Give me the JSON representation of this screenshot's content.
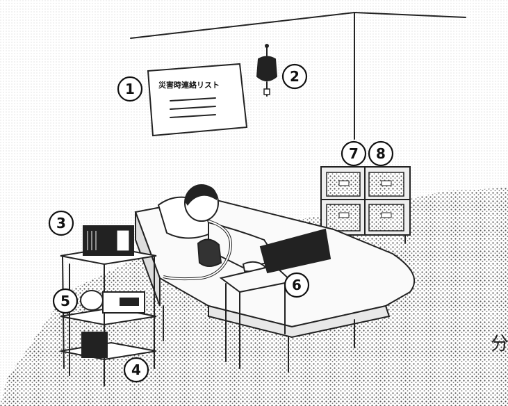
{
  "poster": {
    "title": "災害時連絡リスト"
  },
  "callouts": [
    {
      "id": "1",
      "label": "1"
    },
    {
      "id": "2",
      "label": "2"
    },
    {
      "id": "3",
      "label": "3"
    },
    {
      "id": "4",
      "label": "4"
    },
    {
      "id": "5",
      "label": "5"
    },
    {
      "id": "6",
      "label": "6"
    },
    {
      "id": "7",
      "label": "7"
    },
    {
      "id": "8",
      "label": "8"
    }
  ],
  "edge_text": "分"
}
